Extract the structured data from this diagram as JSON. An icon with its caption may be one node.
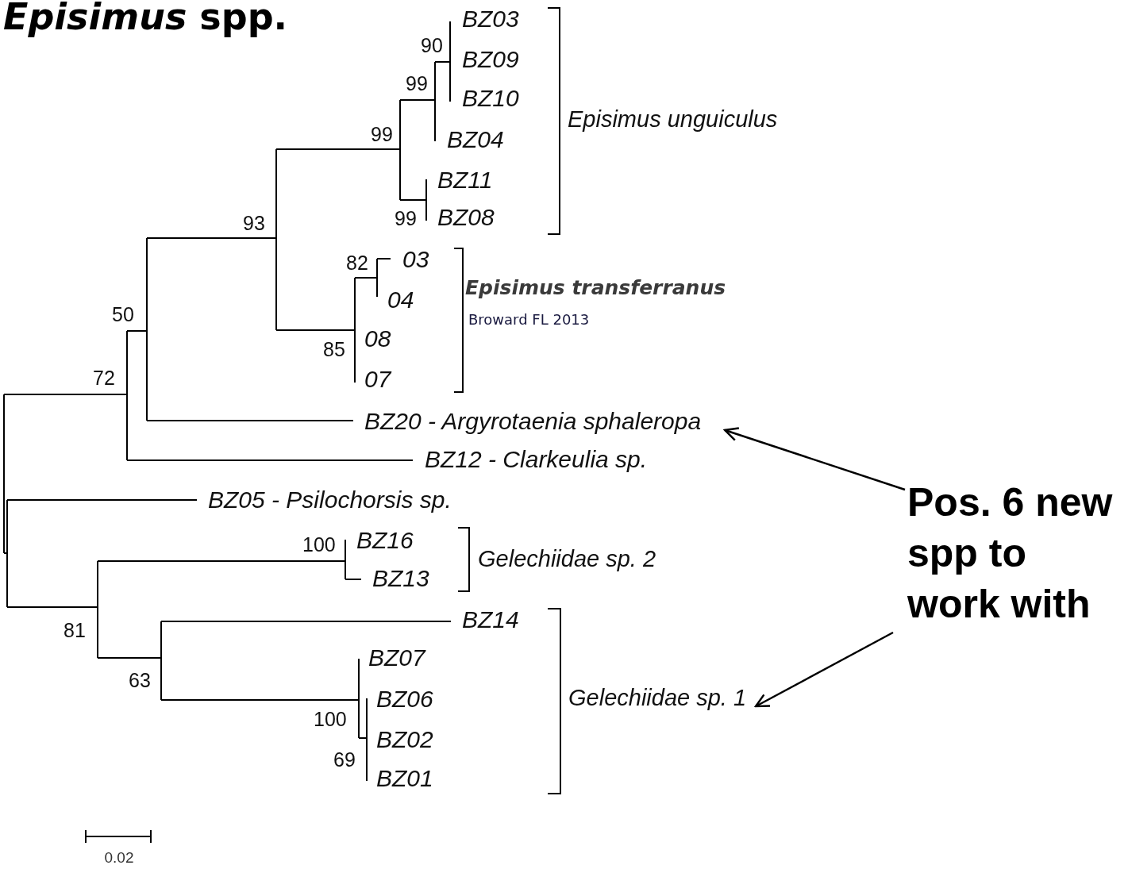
{
  "diagram": {
    "title": "*Episimus* spp.",
    "nodes": [
      {
        "text": [
          "Pos. 6 new spp to work with"
        ]
      },
      {
        "text": [
          "BZ20 - Argyrotaenia sphaleropa"
        ]
      },
      {
        "text": [
          "Gelechiidae sp. 1"
        ]
      }
    ],
    "edges": [
      {
        "from": 0,
        "to": 1,
        "arrow": "to"
      },
      {
        "from": 0,
        "to": 2,
        "arrow": "to"
      }
    ],
    "labels": [
      "90",
      "BZ03",
      "BZ09",
      "99",
      "BZ10",
      "Episimus unguiculus",
      "99",
      "BZ04",
      "BZ11",
      "99",
      "BZ08",
      "93",
      "82",
      "03",
      "Episimus transferranus",
      "04",
      "Broward FL 2013",
      "50",
      "08",
      "85",
      "72",
      "07",
      "BZ12 - Clarkeulia sp.",
      "BZ05 - Psilochorsis sp.",
      "100",
      "BZ16",
      "Gelechiidae sp. 2",
      "BZ13",
      "BZ14",
      "81",
      "BZ07",
      "63",
      "BZ06",
      "100",
      "BZ02",
      "69",
      "BZ01",
      "0.02"
    ]
  }
}
